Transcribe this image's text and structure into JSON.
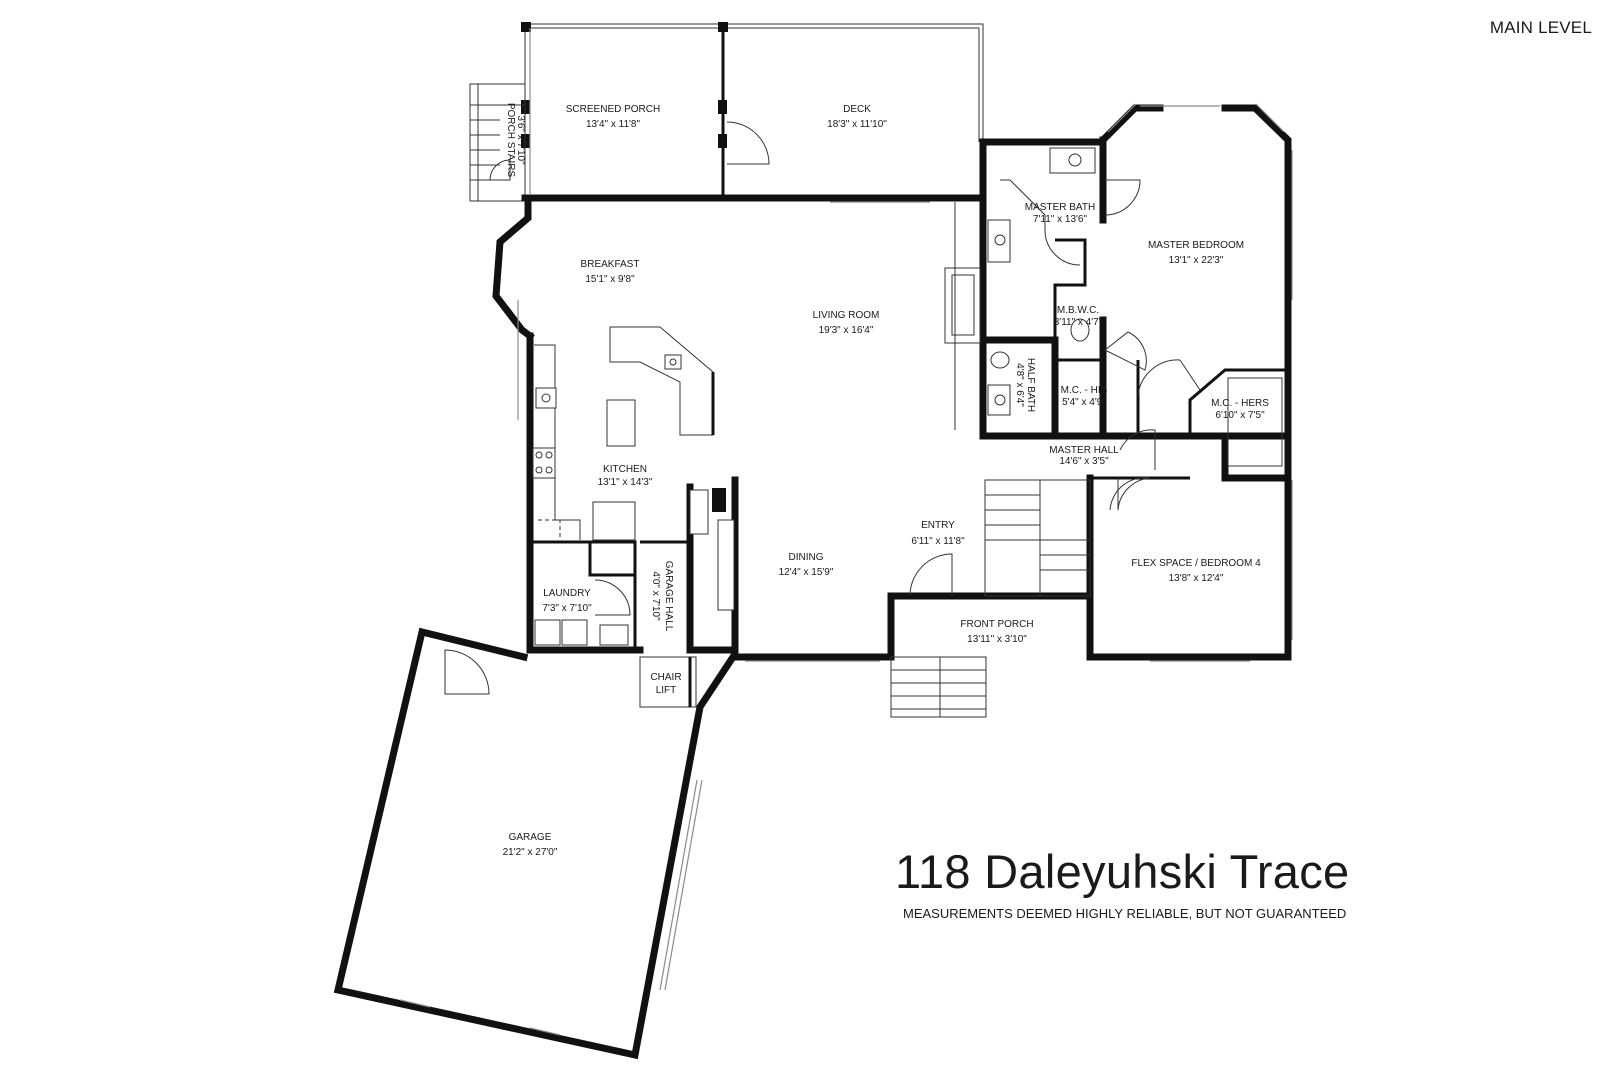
{
  "level_label": "MAIN LEVEL",
  "address": "118 Daleyuhski Trace",
  "disclaimer": "MEASUREMENTS DEEMED HIGHLY RELIABLE, BUT NOT GUARANTEED",
  "colors": {
    "wall": "#111111",
    "background": "#ffffff",
    "glass": "#8a8a8a"
  },
  "rooms": [
    {
      "id": "screened-porch",
      "name": "SCREENED PORCH",
      "dims": "13'4\" x 11'8\""
    },
    {
      "id": "deck",
      "name": "DECK",
      "dims": "18'3\" x 11'10\""
    },
    {
      "id": "porch-stairs",
      "name": "PORCH STAIRS",
      "dims": "3'6\" x 7'10\""
    },
    {
      "id": "breakfast",
      "name": "BREAKFAST",
      "dims": "15'1\" x 9'8\""
    },
    {
      "id": "living-room",
      "name": "LIVING ROOM",
      "dims": "19'3\" x 16'4\""
    },
    {
      "id": "master-bath",
      "name": "MASTER BATH",
      "dims": "7'11\" x 13'6\""
    },
    {
      "id": "master-bedroom",
      "name": "MASTER BEDROOM",
      "dims": "13'1\" x 22'3\""
    },
    {
      "id": "mbwc",
      "name": "M.B.W.C.",
      "dims": "3'11\" x 4'7\""
    },
    {
      "id": "half-bath",
      "name": "HALF BATH",
      "dims": "4'8\" x 6'4\""
    },
    {
      "id": "mc-his",
      "name": "M.C. - HIS",
      "dims": "5'4\" x 4'9\""
    },
    {
      "id": "mc-hers",
      "name": "M.C. - HERS",
      "dims": "6'10\" x 7'5\""
    },
    {
      "id": "master-hall",
      "name": "MASTER HALL",
      "dims": "14'6\" x 3'5\""
    },
    {
      "id": "kitchen",
      "name": "KITCHEN",
      "dims": "13'1\" x 14'3\""
    },
    {
      "id": "entry",
      "name": "ENTRY",
      "dims": "6'11\" x 11'8\""
    },
    {
      "id": "dining",
      "name": "DINING",
      "dims": "12'4\" x 15'9\""
    },
    {
      "id": "flex-space",
      "name": "FLEX SPACE / BEDROOM 4",
      "dims": "13'8\" x 12'4\""
    },
    {
      "id": "laundry",
      "name": "LAUNDRY",
      "dims": "7'3\" x 7'10\""
    },
    {
      "id": "garage-hall",
      "name": "GARAGE HALL",
      "dims": "4'0\" x 7'10\""
    },
    {
      "id": "front-porch",
      "name": "FRONT PORCH",
      "dims": "13'11\" x 3'10\""
    },
    {
      "id": "chair-lift",
      "name": "CHAIR",
      "dims": "LIFT"
    },
    {
      "id": "garage",
      "name": "GARAGE",
      "dims": "21'2\" x 27'0\""
    }
  ]
}
